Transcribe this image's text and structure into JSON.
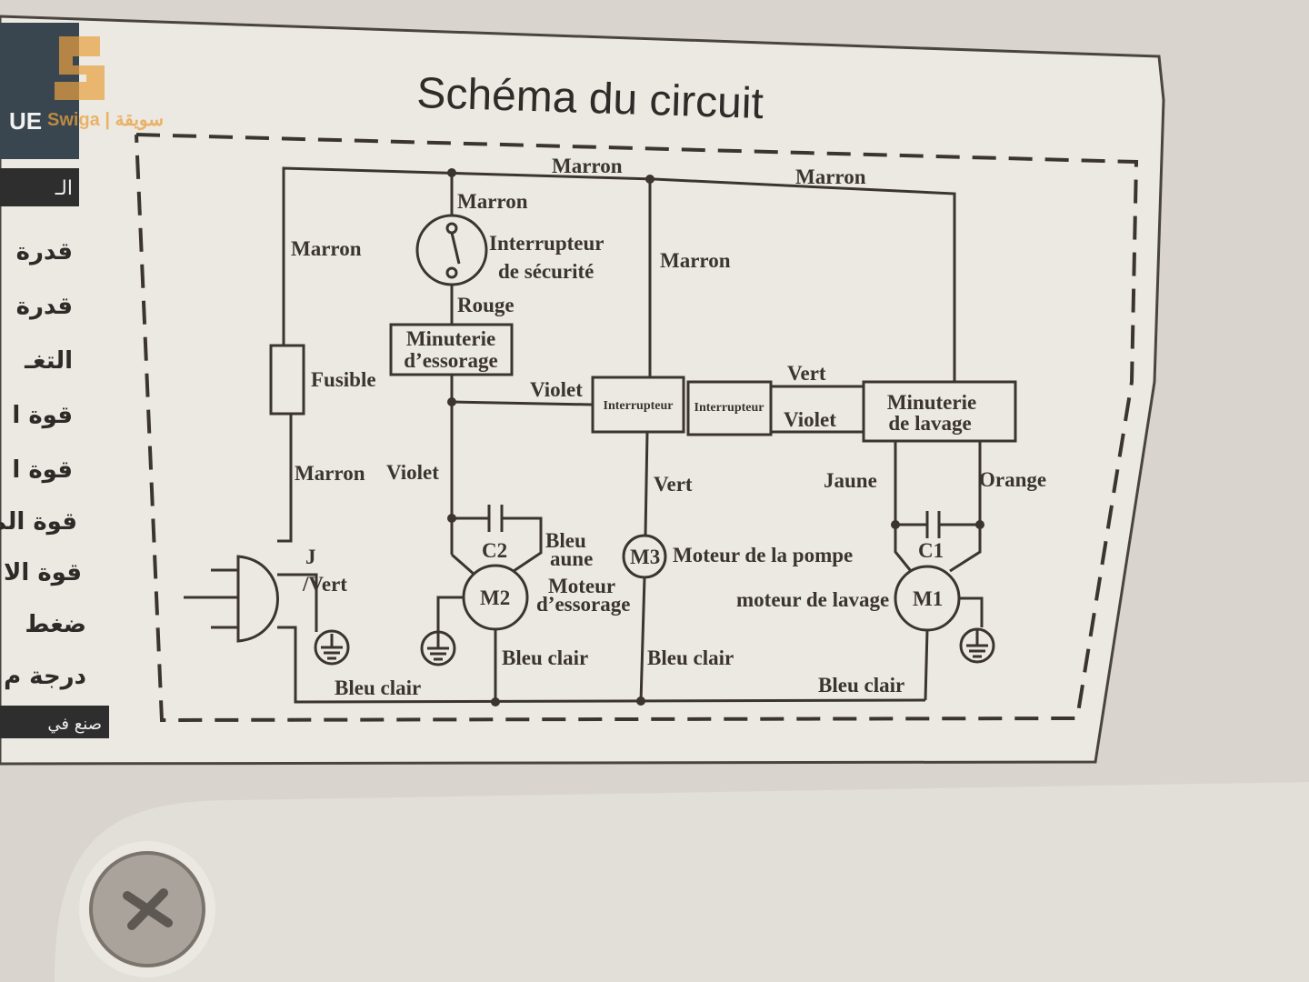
{
  "title": "Schéma du circuit",
  "watermark": "Swiga | سويقة",
  "side_panel": {
    "header_fragment": "UE",
    "subheader": "الـ",
    "lines": [
      "قدرة",
      "قدرة",
      "التغـ",
      "قوة ا",
      "قوة ا",
      "قوة الم",
      "قوة الا",
      "ضغط",
      "درجة م"
    ],
    "footer": "صنع في"
  },
  "labels": {
    "marron_top_left": "Marron",
    "marron_top_right": "Marron",
    "marron_switch": "Marron",
    "marron_left": "Marron",
    "marron_mid": "Marron",
    "marron_fuse_below": "Marron",
    "safety_switch": "Interrupteur",
    "safety_switch2": "de sécurité",
    "rouge": "Rouge",
    "spin_timer1": "Minuterie",
    "spin_timer2": "d’essorage",
    "fuse": "Fusible",
    "violet1": "Violet",
    "violet2": "Violet",
    "violet3": "Violet",
    "vert1": "Vert",
    "vert2": "Vert",
    "interrupteur1": "Interrupteur",
    "interrupteur2": "Interrupteur",
    "wash_timer1": "Minuterie",
    "wash_timer2": "de lavage",
    "jaune": "Jaune",
    "orange": "Orange",
    "c1": "C1",
    "c2": "C2",
    "bleu": "Bleu",
    "aune": "aune",
    "m1": "M1",
    "m2": "M2",
    "m3": "M3",
    "pump_motor": "Moteur de la pompe",
    "spin_motor1": "Moteur",
    "spin_motor2": "d’essorage",
    "wash_motor": "moteur de lavage",
    "j": "J",
    "j_vert": "/Vert",
    "bleu_clair1": "Bleu clair",
    "bleu_clair2": "Bleu clair",
    "bleu_clair3": "Bleu clair",
    "bleu_clair4": "Bleu clair"
  }
}
